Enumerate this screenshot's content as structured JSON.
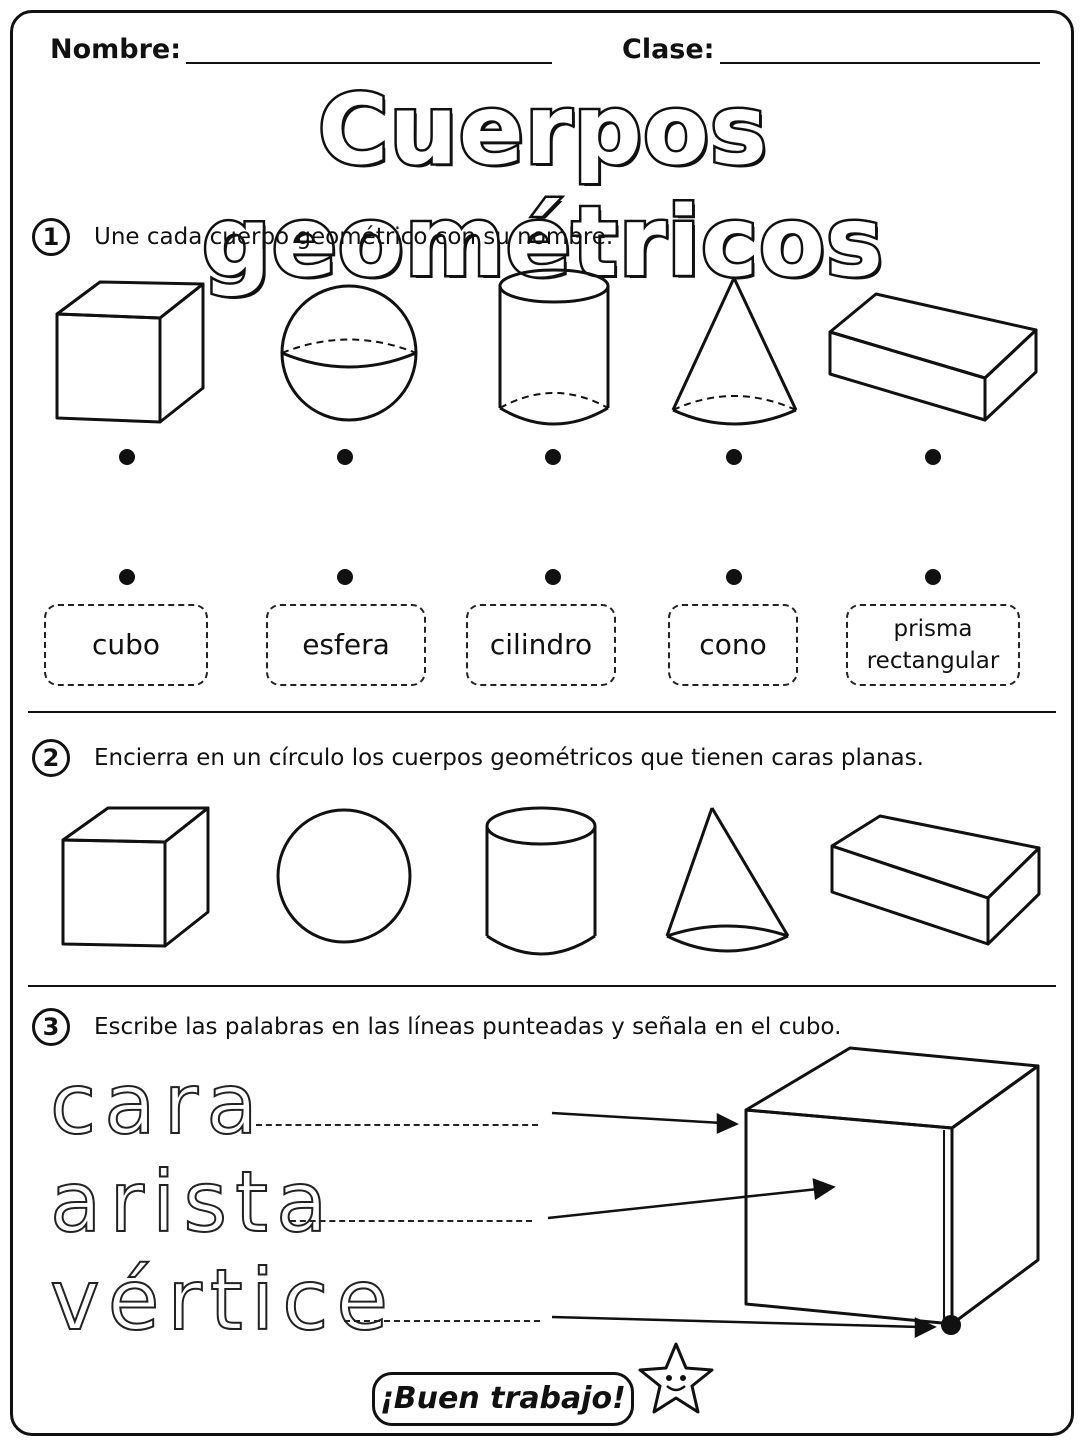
{
  "header": {
    "name_label": "Nombre:",
    "class_label": "Clase:",
    "title": "Cuerpos geométricos"
  },
  "section1": {
    "number": "1",
    "instruction": "Une cada cuerpo geométrico con su nombre.",
    "shapes": [
      "cube-icon",
      "sphere-icon",
      "cylinder-icon",
      "cone-icon",
      "rectangular-prism-icon"
    ],
    "labels": [
      "cubo",
      "esfera",
      "cilindro",
      "cono"
    ],
    "last_label_line1": "prisma",
    "last_label_line2": "rectangular"
  },
  "section2": {
    "number": "2",
    "instruction": "Encierra en un círculo los cuerpos geométricos que tienen caras planas.",
    "shapes": [
      "cube-icon",
      "circle-icon",
      "cylinder-icon",
      "cone-icon",
      "rectangular-prism-icon"
    ]
  },
  "section3": {
    "number": "3",
    "instruction": "Escribe las palabras en las líneas punteadas y señala en el cubo.",
    "words": [
      "cara",
      "arista",
      "vértice"
    ]
  },
  "footer": {
    "badge": "¡Buen trabajo!",
    "mascot": "star-icon"
  }
}
